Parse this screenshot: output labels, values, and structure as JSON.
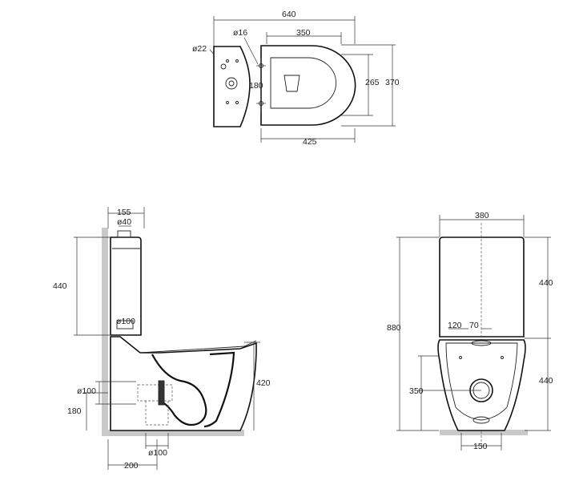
{
  "top_view": {
    "width_total": "640",
    "width_bowl": "350",
    "dia_hole_small": "ø16",
    "dia_hole_cistern": "ø22",
    "spacing_fixing": "180",
    "depth_bowl": "265",
    "depth_total": "370",
    "width_rear": "425"
  },
  "side_view": {
    "offset_wall": "155",
    "dia_inlet": "ø40",
    "height_cistern": "440",
    "dia_flush": "ø100",
    "height_bowl": "420",
    "dia_outlet_horizontal": "ø100",
    "height_outlet": "180",
    "dia_outlet_floor": "ø100",
    "distance_floor_outlet": "200"
  },
  "front_view": {
    "width_cistern": "380",
    "height_total": "880",
    "height_cistern": "440",
    "height_bowl": "440",
    "offset_left": "120",
    "offset_right": "70",
    "height_outlet_center": "350",
    "width_base": "150"
  }
}
